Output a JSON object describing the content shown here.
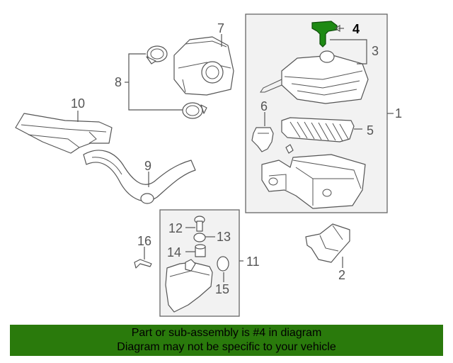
{
  "diagram": {
    "labels": [
      "1",
      "2",
      "3",
      "4",
      "5",
      "6",
      "7",
      "8",
      "9",
      "10",
      "11",
      "12",
      "13",
      "14",
      "15",
      "16"
    ],
    "highlight_part": "4",
    "highlight_color": "#1e8a14",
    "banner_color": "#2a7a0c"
  },
  "banner": {
    "line1": "Part or sub-assembly is #4 in diagram",
    "line2": "Diagram may not be specific to your vehicle"
  }
}
